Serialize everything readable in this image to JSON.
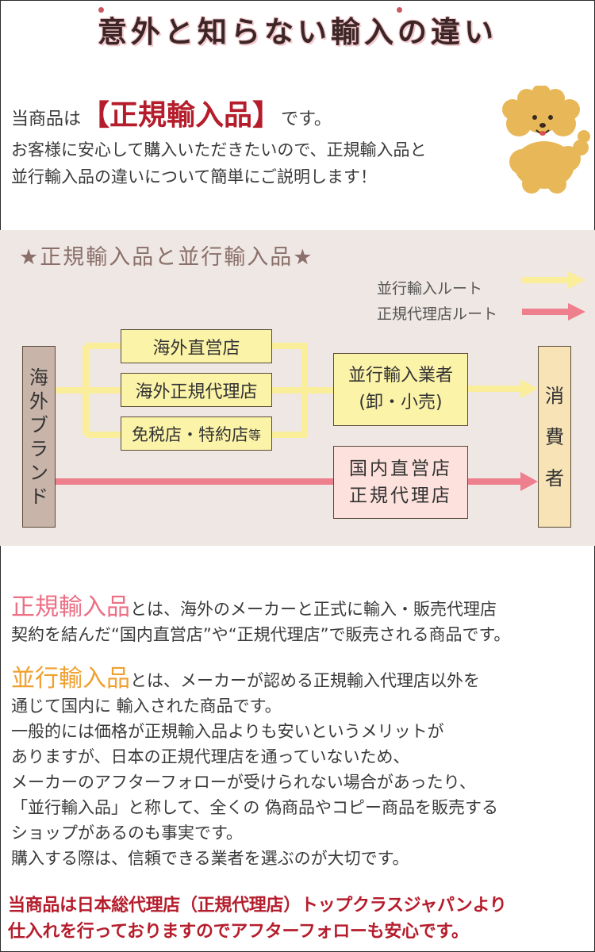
{
  "title": "意外と知らない輸入の違い",
  "intro": {
    "line1_pre": "当商品は",
    "bracket_open": "【",
    "highlight": "正規輸入品",
    "bracket_close": "】",
    "line1_post": "です。",
    "line2": "お客様に安心して購入いただきたいので、正規輸入品と",
    "line3": "並行輸入品の違いについて簡単にご説明します！"
  },
  "diagram": {
    "title": "★正規輸入品と並行輸入品★",
    "legend": [
      {
        "label": "並行輸入ルート",
        "color": "#fbee9a"
      },
      {
        "label": "正規代理店ルート",
        "color": "#ee7f8d"
      }
    ],
    "source": [
      "海",
      "外",
      "ブ",
      "ラ",
      "ン",
      "ド"
    ],
    "channels": [
      {
        "text": "海外直営店"
      },
      {
        "text": "海外正規代理店"
      },
      {
        "text_main": "免税店・特約店",
        "text_small": "等"
      }
    ],
    "parallel_dealer": {
      "line1": "並行輸入業者",
      "line2": "(卸・小売)"
    },
    "domestic": {
      "line1": "国内直営店",
      "line2": "正規代理店"
    },
    "consumer": [
      "消",
      "費",
      "者"
    ],
    "colors": {
      "parallel": "#fbee9a",
      "official": "#ee7f8d"
    }
  },
  "official_def": {
    "term": "正規輸入品",
    "line1_rest": "とは、海外のメーカーと正式に輸入・販売代理店",
    "line2": "契約を結んだ“国内直営店”や“正規代理店”で販売される商品です。"
  },
  "parallel_def": {
    "term": "並行輸入品",
    "line1_rest": "とは、メーカーが認める正規輸入代理店以外を",
    "lines": [
      "通じて国内に 輸入された商品です。",
      "一般的には価格が正規輸入品よりも安いというメリットが",
      "ありますが、日本の正規代理店を通っていないため、",
      "メーカーのアフターフォローが受けられない場合があったり、",
      "「並行輸入品」と称して、全くの 偽商品やコピー商品を販売する",
      "ショップがあるのも事実です。",
      "購入する際は、信頼できる業者を選ぶのが大切です。"
    ]
  },
  "final": {
    "line1": "当商品は日本総代理店（正規代理店）トップクラスジャパンより",
    "line2": "仕入れを行っておりますのでアフターフォローも安心です。"
  },
  "accent_red": "#b51d2c"
}
